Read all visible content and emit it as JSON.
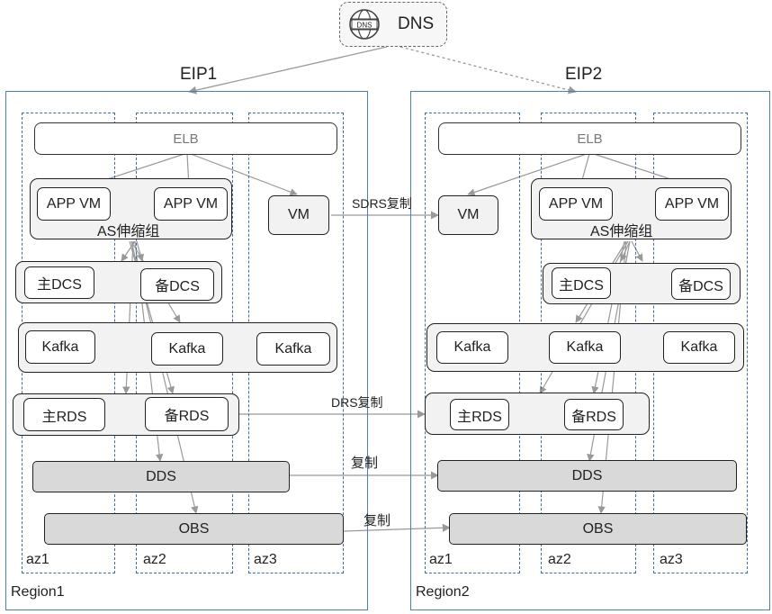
{
  "dns": {
    "label": "DNS",
    "icon_text": "DNS"
  },
  "eip1": "EIP1",
  "eip2": "EIP2",
  "region1": {
    "name": "Region1",
    "azs": [
      "az1",
      "az2",
      "az3"
    ],
    "elb": "ELB",
    "app_vm_1": "APP VM",
    "app_vm_2": "APP VM",
    "as_group": "AS伸缩组",
    "vm": "VM",
    "dcs_primary": "主DCS",
    "dcs_standby": "备DCS",
    "kafka": [
      "Kafka",
      "Kafka",
      "Kafka"
    ],
    "rds_primary": "主RDS",
    "rds_standby": "备RDS",
    "dds": "DDS",
    "obs": "OBS"
  },
  "region2": {
    "name": "Region2",
    "azs": [
      "az1",
      "az2",
      "az3"
    ],
    "elb": "ELB",
    "app_vm_1": "APP VM",
    "app_vm_2": "APP VM",
    "as_group": "AS伸缩组",
    "vm": "VM",
    "dcs_primary": "主DCS",
    "dcs_standby": "备DCS",
    "kafka": [
      "Kafka",
      "Kafka",
      "Kafka"
    ],
    "rds_primary": "主RDS",
    "rds_standby": "备RDS",
    "dds": "DDS",
    "obs": "OBS"
  },
  "replication": {
    "sdrs": "SDRS复制",
    "drs": "DRS复制",
    "dds": "复制",
    "obs": "复制"
  },
  "colors": {
    "region_border": "#4a7fb0",
    "az_border": "#3a6ea5",
    "arrow": "#999999",
    "gray_box": "#d9d9d9",
    "group_fill": "#f2f2f2"
  }
}
